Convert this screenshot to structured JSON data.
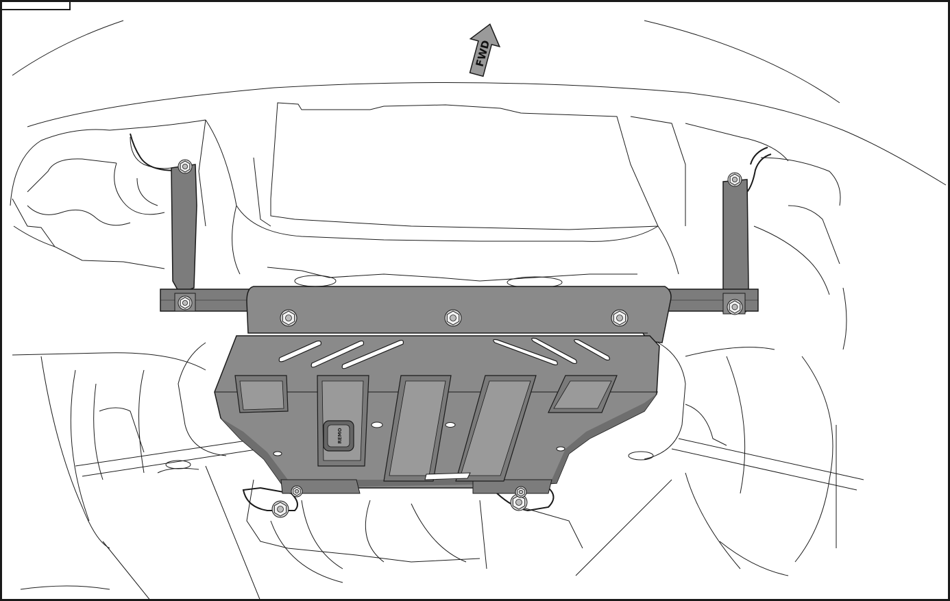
{
  "diagram": {
    "direction_label": "FWD",
    "logo_text": "REMO",
    "colors": {
      "outline": "#1a1a1a",
      "plate": "#8a8a8a",
      "plate_dark": "#6e6e6e",
      "bracket": "#7c7c7c",
      "arrow": "#9a9a9a",
      "background": "#ffffff"
    },
    "bolt_names": [
      "bolt-left-upper",
      "bolt-left-lower",
      "bolt-right-upper",
      "bolt-right-lower",
      "bolt-plate-left",
      "bolt-plate-center",
      "bolt-plate-right",
      "bolt-rear-left",
      "bolt-rear-right",
      "bolt-rear-left-small",
      "bolt-rear-right-small"
    ]
  }
}
